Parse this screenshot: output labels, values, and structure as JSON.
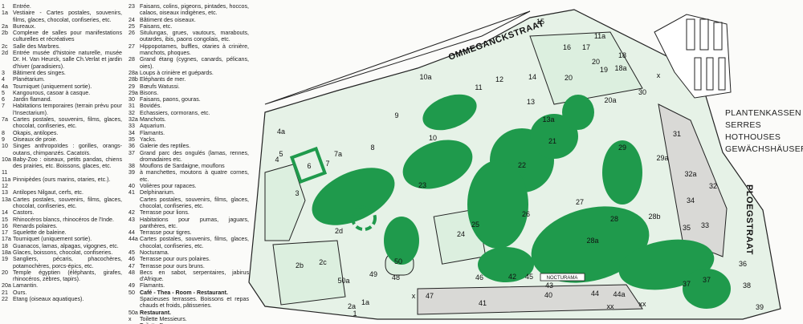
{
  "legend": [
    {
      "num": "1",
      "text": "Entrée."
    },
    {
      "num": "1a",
      "text": "Vestiaire - Cartes postales, souvenirs, films, glaces, chocolat, confiseries, etc."
    },
    {
      "num": "2a",
      "text": "Bureaux."
    },
    {
      "num": "2b",
      "text": "Complexe de salles pour manifestations culturelles et récréatives"
    },
    {
      "num": "2c",
      "text": "Salle des Marbres."
    },
    {
      "num": "2d",
      "text": "Entrée musée d'histoire naturelle, musée Dr. H. Van Heurck, salle Ch.Verlat et jardin d'hiver (paradisiers)."
    },
    {
      "num": "3",
      "text": "Bâtiment des singes."
    },
    {
      "num": "4",
      "text": "Planétarium."
    },
    {
      "num": "4a",
      "text": "Tourniquet (uniquement sortie)."
    },
    {
      "num": "5",
      "text": "Kangourous, casoar à casque."
    },
    {
      "num": "6",
      "text": "Jardin flamand."
    },
    {
      "num": "7",
      "text": "Habitations temporaires (terrain prévu pour l'Insectarium)."
    },
    {
      "num": "7a",
      "text": "Cartes postales, souvenirs, films, glaces, chocolat, confiseries, etc."
    },
    {
      "num": "8",
      "text": "Okapis, antilopes."
    },
    {
      "num": "9",
      "text": "Oiseaux de proie."
    },
    {
      "num": "10",
      "text": "Singes anthropoïdes : gorilles, orangs-outans, chimpanzés. Cacatoïs."
    },
    {
      "num": "10a",
      "text": "Baby-Zoo : oiseaux, petits pandas, chiens des prairies, etc. Boissons, glaces, etc."
    },
    {
      "num": "11",
      "text": ""
    },
    {
      "num": "11a",
      "text": "Pinnipèdes (ours marins, otaries, etc.)."
    },
    {
      "num": "12",
      "text": ""
    },
    {
      "num": "13",
      "text": "Antilopes Nilgaut, cerfs, etc."
    },
    {
      "num": "13a",
      "text": "Cartes postales, souvenirs, films, glaces, chocolat, confiseries, etc."
    },
    {
      "num": "14",
      "text": "Castors."
    },
    {
      "num": "15",
      "text": "Rhinocéros blancs, rhinocéros de l'Inde."
    },
    {
      "num": "16",
      "text": "Renards polaires."
    },
    {
      "num": "17",
      "text": "Squelette de baleine."
    },
    {
      "num": "17a",
      "text": "Tourniquet (uniquement sortie)."
    },
    {
      "num": "18",
      "text": "Guanacos, lamas, alpagas, vigognes, etc."
    },
    {
      "num": "18a",
      "text": "Glaces, boissons, chocolat, confiseries."
    },
    {
      "num": "19",
      "text": "Sangliers, pécaris, phacochères, potamochères, porcs-épics, etc."
    },
    {
      "num": "20",
      "text": "Temple égyptien (éléphants, girafes, rhinocéros, zèbres, tapirs)."
    },
    {
      "num": "20a",
      "text": "Lamantin."
    },
    {
      "num": "21",
      "text": "Ours."
    },
    {
      "num": "22",
      "text": "Etang (oiseaux aquatiques)."
    },
    {
      "num": "23",
      "text": "Faisans, colins, pigeons, pintades, hoccos, calaos, oiseaux indigènes, etc."
    },
    {
      "num": "24",
      "text": "Bâtiment des oiseaux."
    },
    {
      "num": "25",
      "text": "Faisans, etc."
    },
    {
      "num": "26",
      "text": "Situlungas, grues, vautours, marabouts, outardes, ibis, paons congolais, etc."
    },
    {
      "num": "27",
      "text": "Hippopotames, buffles, otaries à crinière, manchots, phoques."
    },
    {
      "num": "28",
      "text": "Grand étang (cygnes, canards, pélicans, oies)."
    },
    {
      "num": "28a",
      "text": "Loups à crinière et guépards."
    },
    {
      "num": "28b",
      "text": "Eléphants de mer."
    },
    {
      "num": "29",
      "text": "Bœufs Watussi."
    },
    {
      "num": "29a",
      "text": "Bisons."
    },
    {
      "num": "30",
      "text": "Faisans, paons, gouras."
    },
    {
      "num": "31",
      "text": "Bovidés."
    },
    {
      "num": "32",
      "text": "Echassiers, cormorans, etc."
    },
    {
      "num": "32a",
      "text": "Manchots."
    },
    {
      "num": "33",
      "text": "Aquarium."
    },
    {
      "num": "34",
      "text": "Flamants."
    },
    {
      "num": "35",
      "text": "Yacks."
    },
    {
      "num": "36",
      "text": "Galerie des reptiles."
    },
    {
      "num": "37",
      "text": "Grand parc des ongulés (lamas, rennes, dromadaires etc."
    },
    {
      "num": "38",
      "text": "Mouflons de Sardaigne, mouflons"
    },
    {
      "num": "39",
      "text": "à manchettes, moutons à quatre cornes, etc."
    },
    {
      "num": "40",
      "text": "Volières pour rapaces."
    },
    {
      "num": "41",
      "text": "Delphinarium."
    },
    {
      "num": "",
      "text": "Cartes postales, souvenirs, films, glaces, chocolat, confiseries, etc."
    },
    {
      "num": "42",
      "text": "Terrasse pour lions."
    },
    {
      "num": "43",
      "text": "Habitations pour pumas, jaguars, panthères, etc."
    },
    {
      "num": "44",
      "text": "Terrasse pour tigres."
    },
    {
      "num": "44a",
      "text": "Cartes postales, souvenirs, films, glaces, chocolat, confiseries, etc."
    },
    {
      "num": "45",
      "text": "Nocturama."
    },
    {
      "num": "46",
      "text": "Terrasse pour ours polaires."
    },
    {
      "num": "47",
      "text": "Terrasse pour ours bruns."
    },
    {
      "num": "48",
      "text": "Becs en sabot, serpentaires, jabirus d'Afrique."
    },
    {
      "num": "49",
      "text": "Flamants."
    },
    {
      "num": "50",
      "text": "Café - Thea - Room - Restaurant.",
      "bold": true
    },
    {
      "num": "",
      "text": "Spacieuses terrasses. Boissons et repas chauds et froids, pâtisseries."
    },
    {
      "num": "50a",
      "text": "Restaurant.",
      "bold": true
    },
    {
      "num": "x",
      "text": "Toilette Messieurs."
    },
    {
      "num": "xx",
      "text": "Toilette Dames."
    }
  ],
  "map": {
    "streets": {
      "north": "OMMEGANCKSTRAAT",
      "east": "PLOEGSTRAAT"
    },
    "greenhouses": [
      "PLANTENKASSEN",
      "SERRES",
      "HOTHOUSES",
      "GEWÄCHSHÄUSER"
    ],
    "nocturama_sign": "NOCTURAMA",
    "labels": [
      "15",
      "16",
      "17",
      "11a",
      "18",
      "18a",
      "19",
      "20",
      "20",
      "20a",
      "30",
      "29",
      "29a",
      "31",
      "32a",
      "32",
      "34",
      "33",
      "35",
      "36",
      "37",
      "37",
      "38",
      "39",
      "28b",
      "28",
      "28a",
      "27",
      "26",
      "22",
      "21",
      "13a",
      "13",
      "14",
      "12",
      "11",
      "10a",
      "10",
      "9",
      "8",
      "7",
      "7a",
      "6",
      "5",
      "4a",
      "4",
      "3",
      "2d",
      "2b",
      "2c",
      "2a",
      "1",
      "23",
      "24",
      "25",
      "49",
      "50",
      "50a",
      "48",
      "47",
      "46",
      "41",
      "42",
      "45",
      "43",
      "40",
      "44",
      "44a",
      "1a",
      "x",
      "xx",
      "xx",
      "x"
    ],
    "colors": {
      "green": "#1f9a4c",
      "light": "#dcefdf",
      "gray": "#d9d9d6",
      "outline": "#222222"
    }
  }
}
